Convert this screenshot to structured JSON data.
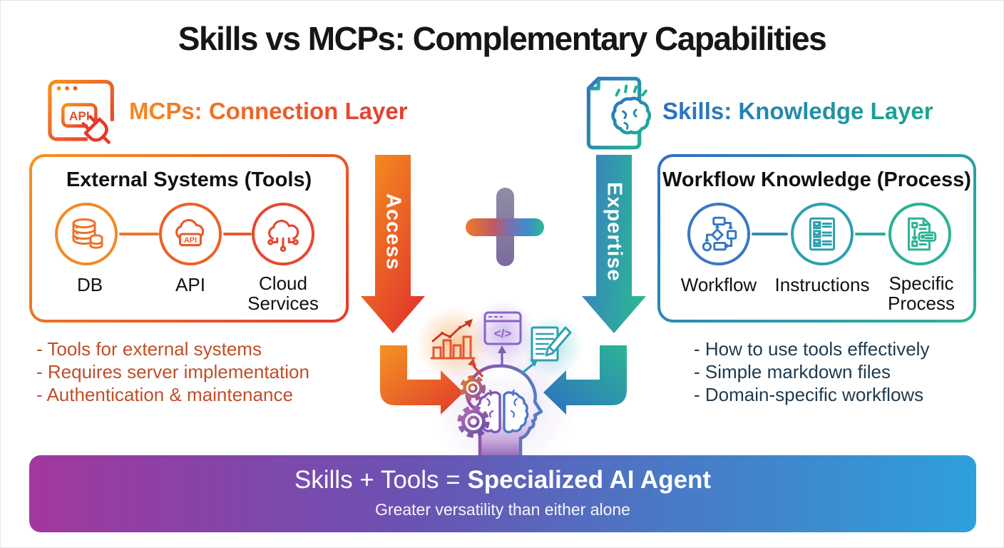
{
  "title": "Skills vs MCPs: Complementary Capabilities",
  "left": {
    "heading": "MCPs: Connection Layer",
    "header_icon": "api-browser-plug-icon",
    "api_text": "API",
    "box_title": "External Systems (Tools)",
    "items": [
      {
        "label": "DB",
        "icon": "database-icon"
      },
      {
        "label": "API",
        "icon": "api-cloud-icon"
      },
      {
        "label": "Cloud Services",
        "icon": "cloud-services-icon"
      }
    ],
    "bullets": [
      "- Tools for external systems",
      "- Requires server implementation",
      "- Authentication & maintenance"
    ],
    "arrow_label": "Access"
  },
  "right": {
    "heading": "Skills: Knowledge Layer",
    "header_icon": "document-brain-icon",
    "box_title": "Workflow Knowledge (Process)",
    "items": [
      {
        "label": "Workflow",
        "icon": "flowchart-icon"
      },
      {
        "label": "Instructions",
        "icon": "checklist-icon"
      },
      {
        "label": "Specific Process",
        "icon": "process-document-icon"
      }
    ],
    "bullets": [
      "- How to use tools effectively",
      "- Simple markdown files",
      "- Domain-specific workflows"
    ],
    "arrow_label": "Expertise"
  },
  "center": {
    "plus_sign": "+",
    "code_glyph": "</>",
    "icons": [
      "bar-chart-icon",
      "code-window-icon",
      "document-pencil-icon",
      "gears-icon",
      "head-brain-icon"
    ]
  },
  "banner": {
    "line1_prefix": "Skills + Tools = ",
    "line1_bold": "Specialized AI Agent",
    "line2": "Greater versatility than either alone"
  },
  "colors": {
    "orange": "#F6921E",
    "red_orange": "#E23A2B",
    "rust_text": "#BF4E28",
    "blue": "#2F6FC4",
    "teal": "#2BB497",
    "navy_text": "#1E3A50",
    "purple": "#7E4FA8",
    "banner_left": "#A2389E",
    "banner_right": "#2EA0DA"
  }
}
